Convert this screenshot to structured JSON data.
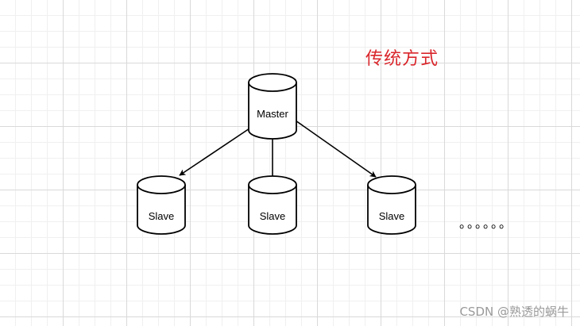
{
  "title": "传统方式",
  "nodes": {
    "master": {
      "label": "Master"
    },
    "slave_1": {
      "label": "Slave"
    },
    "slave_2": {
      "label": "Slave"
    },
    "slave_3": {
      "label": "Slave"
    }
  },
  "ellipsis": "。。。。。。",
  "watermark": "CSDN @熟透的蜗牛",
  "colors": {
    "title": "#d9262b",
    "stroke": "#000000",
    "watermark": "#9a9a9a"
  }
}
